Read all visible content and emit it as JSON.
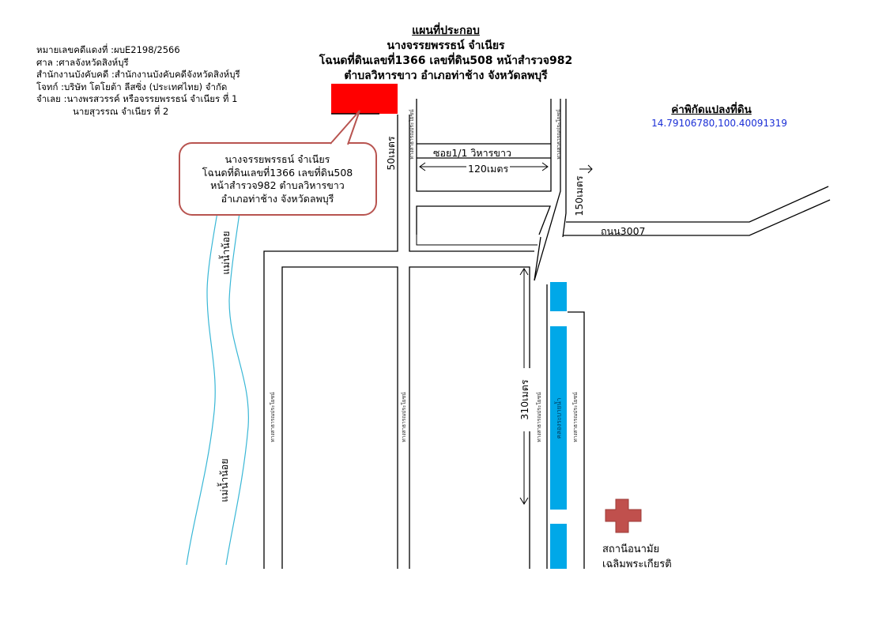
{
  "case_info": {
    "case_number": "หมายเลขคดีแดงที่ :ผบE2198/2566",
    "court": "ศาล :ศาลจังหวัดสิงห์บุรี",
    "office": "สำนักงานบังคับคดี :สำนักงานบังคับคดีจังหวัดสิงห์บุรี",
    "plaintiff": "โจทก์ :บริษัท โตโยต้า ลีสซิ่ง (ประเทศไทย) จำกัด",
    "defendant_1": "จำเลย :นางพรสวรรค์ หรือจรรยพรรธน์ จำเนียร ที่ 1",
    "defendant_2": "นายสุวรรณ จำเนียร ที่ 2"
  },
  "header": {
    "title": "แผนที่ประกอบ",
    "owner": "นางจรรยพรรธน์ จำเนียร",
    "deed": "โฉนดที่ดินเลขที่1366 เลขที่ดิน508 หน้าสำรวจ982",
    "location": "ตำบลวิหารขาว อำเภอท่าช้าง จังหวัดลพบุรี"
  },
  "coordinates": {
    "title": "ค่าพิกัดแปลงที่ดิน",
    "value": "14.79106780,100.40091319"
  },
  "callout": {
    "line1": "นางจรรยพรรธน์ จำเนียร",
    "line2": "โฉนดที่ดินเลขที่1366 เลขที่ดิน508",
    "line3": "หน้าสำรวจ982 ตำบลวิหารขาว",
    "line4": "อำเภอท่าช้าง จังหวัดลพบุรี"
  },
  "labels": {
    "river_1": "แม่น้ำน้อย",
    "river_2": "แม่น้ำน้อย",
    "soi": "ซอย1/1 วิหารขาว",
    "dist_120": "120เมตร",
    "dist_50": "50เมตร",
    "dist_150": "150เมตร",
    "road_3007": "ถนน3007",
    "dist_310": "310เมตร",
    "canal": "คลองระบายน้ำ",
    "public_way": "ทางสาธารณประโยชน์",
    "health_1": "สถานีอนามัย",
    "health_2": "เฉลิมพระเกียรติ"
  },
  "colors": {
    "plot": "#ff0000",
    "canal": "#00a8e8",
    "river": "#39b7d6",
    "callout_border": "#b85450",
    "health_cross": "#c0504d",
    "coordinates": "#1b2fd6"
  }
}
